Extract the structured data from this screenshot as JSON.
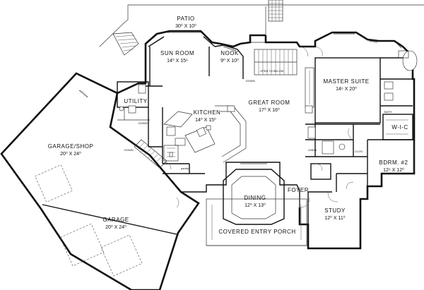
{
  "rooms": [
    {
      "id": "patio",
      "name": "PATIO",
      "dims": "30⁰ X 10⁰"
    },
    {
      "id": "sun-room",
      "name": "SUN ROOM",
      "dims": "14⁰ X 15⁶"
    },
    {
      "id": "nook",
      "name": "NOOK",
      "dims": "9⁰ X 10⁰"
    },
    {
      "id": "master-suite",
      "name": "MASTER SUITE",
      "dims": "14⁶ X 20⁰"
    },
    {
      "id": "great-room",
      "name": "GREAT ROOM",
      "dims": "17⁰ X 16⁰"
    },
    {
      "id": "kitchen",
      "name": "KITCHEN",
      "dims": "14⁰ X 15⁰"
    },
    {
      "id": "utility",
      "name": "UTILITY",
      "dims": ""
    },
    {
      "id": "garage-shop",
      "name": "GARAGE/SHOP",
      "dims": "20⁰ X 24⁰"
    },
    {
      "id": "garage",
      "name": "GARAGE",
      "dims": "20⁰ X 24⁰"
    },
    {
      "id": "dining",
      "name": "DINING",
      "dims": "12⁰ X 13⁰"
    },
    {
      "id": "foyer",
      "name": "FOYER",
      "dims": ""
    },
    {
      "id": "study",
      "name": "STUDY",
      "dims": "12⁰ X 11⁰"
    },
    {
      "id": "bdrm-2",
      "name": "BDRM. #2",
      "dims": "12⁶ X 12⁰"
    },
    {
      "id": "covered-entry-porch",
      "name": "COVERED ENTRY PORCH",
      "dims": ""
    },
    {
      "id": "wic",
      "name": "W-I-C",
      "dims": ""
    }
  ],
  "notes": {
    "down_stair_kitchen": "DOWN",
    "down_stair_garage": "DOWN",
    "down_stair_great": "DOWN",
    "pantry": "pantry",
    "upper_to_below": "OPEN TO BELOW",
    "bath": "BATH",
    "closet": "CLOS.",
    "linen": "LINEN"
  }
}
